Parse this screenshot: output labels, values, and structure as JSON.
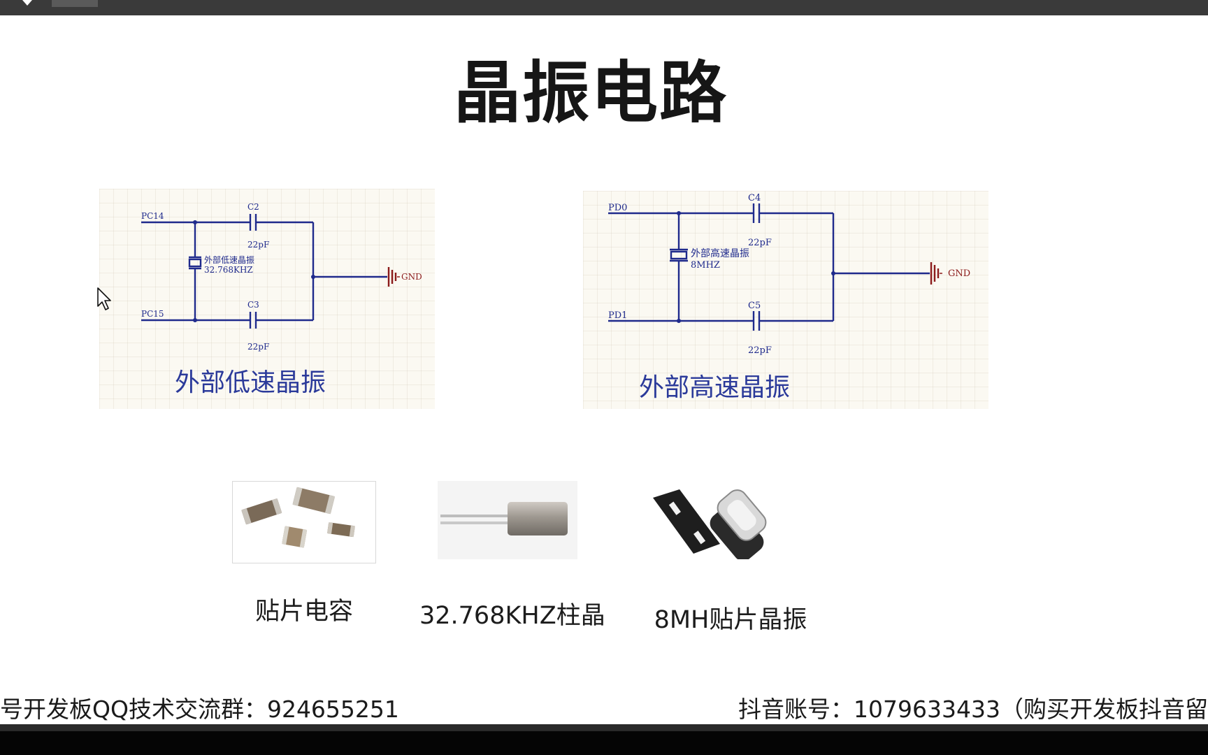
{
  "slide": {
    "title": "晶振电路"
  },
  "schematic_low": {
    "caption": "外部低速晶振",
    "net_in": "PC14",
    "net_out": "PC15",
    "cap_top_ref": "C2",
    "cap_top_value": "22pF",
    "cap_bottom_ref": "C3",
    "cap_bottom_value": "22pF",
    "crystal_name": "外部低速晶振",
    "crystal_freq": "32.768KHZ",
    "gnd_label": "GND"
  },
  "schematic_high": {
    "caption": "外部高速晶振",
    "net_in": "PD0",
    "net_out": "PD1",
    "cap_top_ref": "C4",
    "cap_top_value": "22pF",
    "cap_bottom_ref": "C5",
    "cap_bottom_value": "22pF",
    "crystal_name": "外部高速晶振",
    "crystal_freq": "8MHZ",
    "gnd_label": "GND"
  },
  "components": [
    {
      "label": "贴片电容"
    },
    {
      "label": "32.768KHZ柱晶"
    },
    {
      "label": "8MH贴片晶振"
    }
  ],
  "footer": {
    "left": "号开发板QQ技术交流群：924655251",
    "right": "抖音账号：1079633433（购买开发板抖音留"
  },
  "colors": {
    "wire": "#1f2a8c",
    "schematic_caption": "#2b3a9a",
    "gnd_symbol": "#8b1a1a"
  }
}
